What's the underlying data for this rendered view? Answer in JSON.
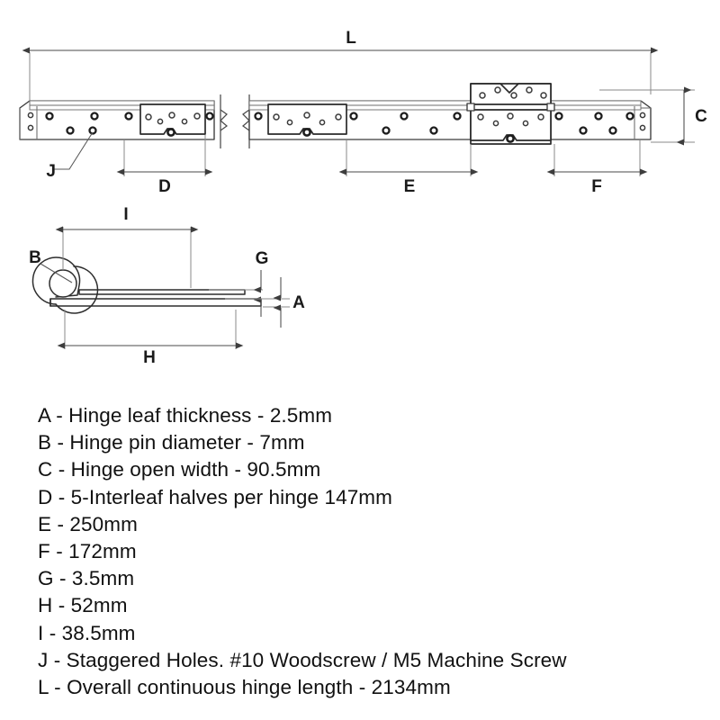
{
  "drawing": {
    "title": "Continuous piano hinge dimensioned drawing",
    "dimension_labels": {
      "L": "L",
      "C": "C",
      "D": "D",
      "E": "E",
      "F": "F",
      "J": "J",
      "B": "B",
      "I": "I",
      "H": "H",
      "G": "G",
      "A": "A"
    },
    "colors": {
      "line": "#3b3b3b",
      "accent": "#1d1d1d",
      "background": "#ffffff",
      "dimension": "#4a4a4a"
    },
    "views": {
      "plan": "Plan view of continuous hinge, broken at centre",
      "profile": "End profile view of hinge knuckle and leaf"
    }
  },
  "legend": {
    "items": [
      "A - Hinge leaf thickness - 2.5mm",
      "B - Hinge pin diameter - 7mm",
      "C - Hinge open width - 90.5mm",
      "D - 5-Interleaf halves per hinge 147mm",
      "E - 250mm",
      "F - 172mm",
      "G - 3.5mm",
      "H - 52mm",
      "I - 38.5mm",
      "J - Staggered Holes. #10 Woodscrew / M5 Machine Screw",
      "L - Overall continuous hinge length - 2134mm"
    ]
  },
  "specs": {
    "A": {
      "label": "A",
      "desc": "Hinge leaf thickness",
      "value": "2.5mm"
    },
    "B": {
      "label": "B",
      "desc": "Hinge pin diameter",
      "value": "7mm"
    },
    "C": {
      "label": "C",
      "desc": "Hinge open width",
      "value": "90.5mm"
    },
    "D": {
      "label": "D",
      "desc": "5-Interleaf halves per hinge",
      "value": "147mm"
    },
    "E": {
      "label": "E",
      "desc": "",
      "value": "250mm"
    },
    "F": {
      "label": "F",
      "desc": "",
      "value": "172mm"
    },
    "G": {
      "label": "G",
      "desc": "",
      "value": "3.5mm"
    },
    "H": {
      "label": "H",
      "desc": "",
      "value": "52mm"
    },
    "I": {
      "label": "I",
      "desc": "",
      "value": "38.5mm"
    },
    "J": {
      "label": "J",
      "desc": "Staggered Holes. #10 Woodscrew / M5 Machine Screw",
      "value": ""
    },
    "L": {
      "label": "L",
      "desc": "Overall continuous hinge length",
      "value": "2134mm"
    }
  }
}
